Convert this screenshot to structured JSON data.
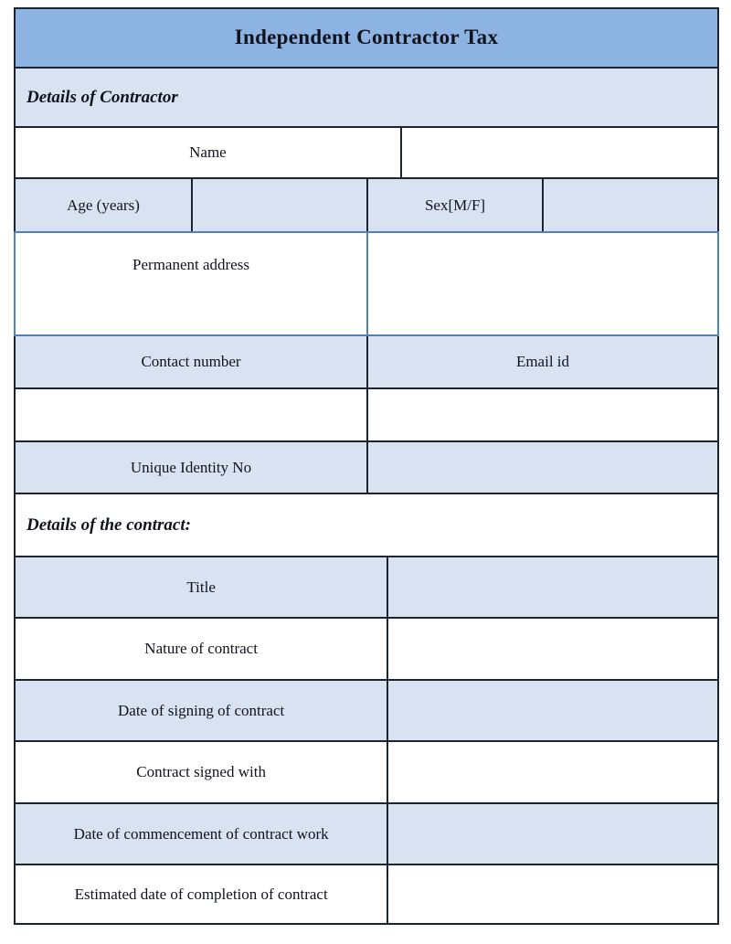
{
  "form": {
    "title": "Independent Contractor Tax",
    "section1_heading": "Details of Contractor",
    "section2_heading": "Details of the contract:",
    "labels": {
      "name": "Name",
      "age": "Age (years)",
      "sex": "Sex[M/F]",
      "permanent_address": "Permanent address",
      "contact_number": "Contact number",
      "email": "Email id",
      "unique_identity": "Unique Identity No",
      "title": "Title",
      "nature": "Nature of contract",
      "date_signing": "Date of signing of contract",
      "signed_with": "Contract signed with",
      "date_commencement": "Date of commencement of contract work",
      "estimated_completion": "Estimated date of completion of contract"
    },
    "values": {
      "name": "",
      "age": "",
      "sex": "",
      "permanent_address": "",
      "contact_number": "",
      "email": "",
      "unique_identity": "",
      "title": "",
      "nature": "",
      "date_signing": "",
      "signed_with": "",
      "date_commencement": "",
      "estimated_completion": ""
    },
    "colors": {
      "header_blue": "#8db3e2",
      "row_blue": "#d9e2f0",
      "accent_border_blue": "#4f81bd",
      "border_dark": "#1d2330"
    }
  }
}
